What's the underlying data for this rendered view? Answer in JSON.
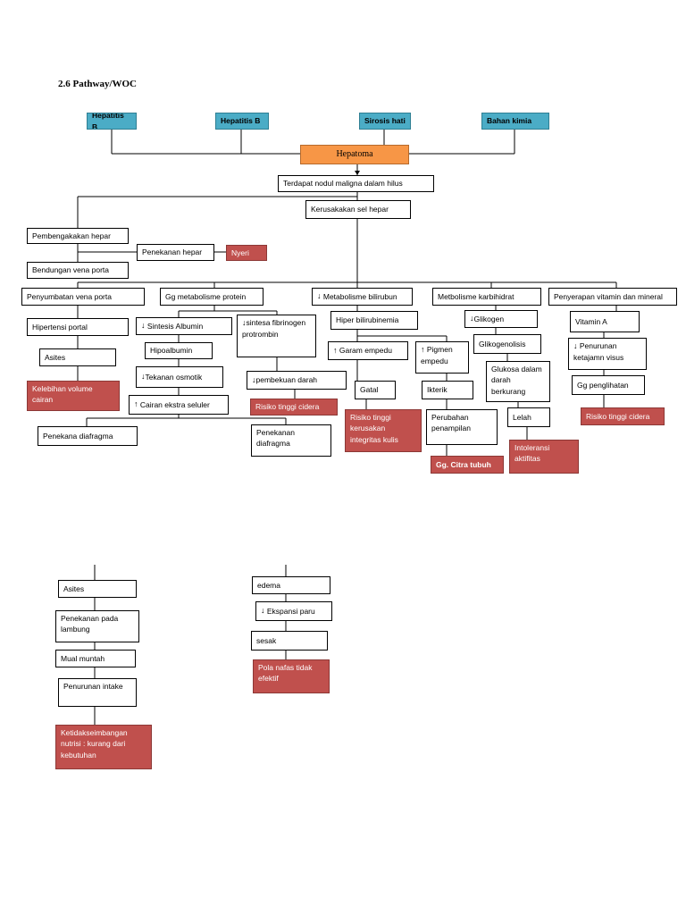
{
  "heading": "2.6 Pathway/WOC",
  "colors": {
    "cause": "#4bacc6",
    "main": "#f79646",
    "diagnosis": "#c0504d",
    "line": "#000000"
  },
  "nodes": {
    "hepatitis_b_1": "Hepatitis B",
    "hepatitis_b_2": "Hepatitis B",
    "sirosis_hati": "Sirosis hati",
    "bahan_kimia": "Bahan kimia",
    "hepatoma": "Hepatoma",
    "nodul": "Terdapat nodul maligna dalam hilus",
    "kerusakan_sel": "Kerusakakan sel hepar",
    "pembengkakan": "Pembengakakan hepar",
    "penekanan_hepar": "Penekanan hepar",
    "nyeri": "Nyeri",
    "bendungan": "Bendungan vena porta",
    "penyumbatan": "Penyumbatan vena porta",
    "gg_protein": "Gg metabolisme protein",
    "metab_bilirubin": "Metabolisme bilirubun",
    "metab_karbo": "Metbolisme karbihidrat",
    "penyerapan_vit": "Penyerapan vitamin dan mineral",
    "hipertensi_portal": "Hipertensi portal",
    "sintesis_albumin": "Sintesis Albumin",
    "sintesa_fibrinogen": "sintesa fibrinogen protrombin",
    "hiper_bilirubin": "Hiper bilirubinemia",
    "glikogen": "Glikogen",
    "vitamin_a": "Vitamin A",
    "asites_top": "Asites",
    "hipoalbumin": "Hipoalbumin",
    "garam_empedu": "Garam empedu",
    "pigmen_empedu": "Pigmen empedu",
    "glikogenolisis": "Glikogenolisis",
    "penurunan_visus": "Penurunan ketajamn visus",
    "kelebihan_volume": "Kelebihan volume cairan",
    "tekanan_osmotik": "Tekanan osmotik",
    "pembekuan_darah": "pembekuan darah",
    "glukosa": "Glukosa dalam darah berkurang",
    "gg_penglihatan": "Gg penglihatan",
    "gatal": "Gatal",
    "ikterik": "Ikterik",
    "cairan_ekstra": "Cairan ekstra seluler",
    "risiko_cidera_1": "Risiko tinggi cidera",
    "risiko_integritas": "Risiko tinggi kerusakan integritas kulis",
    "perubahan_penampilan": "Perubahan penampilan",
    "lelah": "Lelah",
    "risiko_cidera_2": "Risiko tinggi cidera",
    "penekana_diafragma": "Penekana diafragma",
    "penekanan_diafragma_2": "Penekanan diafragma",
    "citra_tubuh": "Gg. Citra tubuh",
    "intoleransi": "Intoleransi aktifitas",
    "asites_bottom": "Asites",
    "penekanan_lambung": "Penekanan pada lambung",
    "mual_muntah": "Mual muntah",
    "penurunan_intake": "Penurunan intake",
    "ketidakseimbangan": "Ketidakseimbangan nutrisi : kurang dari kebutuhan",
    "edema": "edema",
    "ekspansi_paru": "Ekspansi paru",
    "sesak": "sesak",
    "pola_nafas": "Pola nafas tidak efektif"
  },
  "arrows": {
    "up": "↑",
    "down": "↓"
  }
}
